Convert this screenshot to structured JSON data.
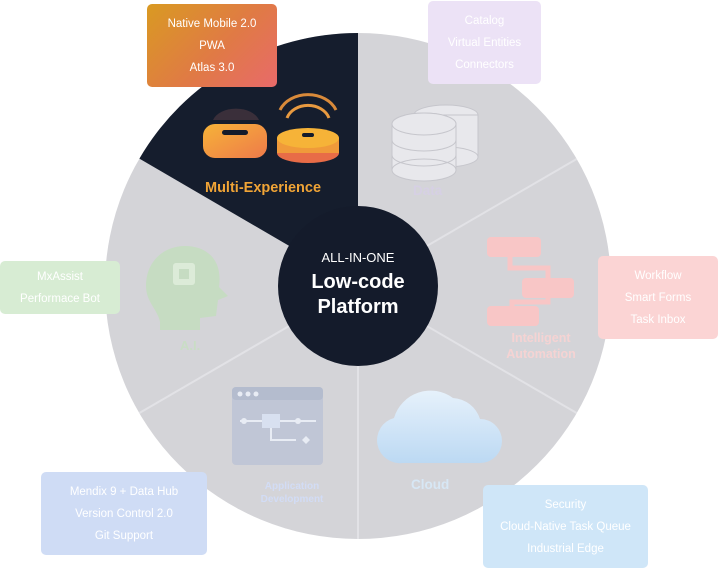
{
  "hub": {
    "top": "ALL-IN-ONE",
    "title": "Low-code Platform"
  },
  "segments": [
    {
      "key": "mx",
      "label": "Multi-Experience",
      "features": [
        "Native Mobile 2.0",
        "PWA",
        "Atlas 3.0"
      ]
    },
    {
      "key": "data",
      "label": "Data",
      "features": [
        "Catalog",
        "Virtual Entities",
        "Connectors"
      ]
    },
    {
      "key": "ia",
      "label": "Intelligent Automation",
      "features": [
        "Workflow",
        "Smart Forms",
        "Task Inbox"
      ]
    },
    {
      "key": "cl",
      "label": "Cloud",
      "features": [
        "Security",
        "Cloud-Native Task Queue",
        "Industrial Edge"
      ]
    },
    {
      "key": "ad",
      "label": "Application Development",
      "features": [
        "Mendix 9 + Data Hub",
        "Version Control 2.0",
        "Git Support"
      ]
    },
    {
      "key": "ai",
      "label": "A.I.",
      "features": [
        "MxAssist",
        "Performace Bot"
      ]
    }
  ],
  "colors": {
    "wheel": "#d4d4d8",
    "divider": "#e2e2e6",
    "active_segment": "#151d2d",
    "hub": "#141b2b",
    "active_label": "#f0a436"
  },
  "icons": {
    "mx": "vr-headset-and-wireless-device-icon",
    "data": "database-icon",
    "ia": "workflow-icon",
    "cl": "cloud-icon",
    "ad": "app-window-icon",
    "ai": "head-with-chip-icon"
  }
}
